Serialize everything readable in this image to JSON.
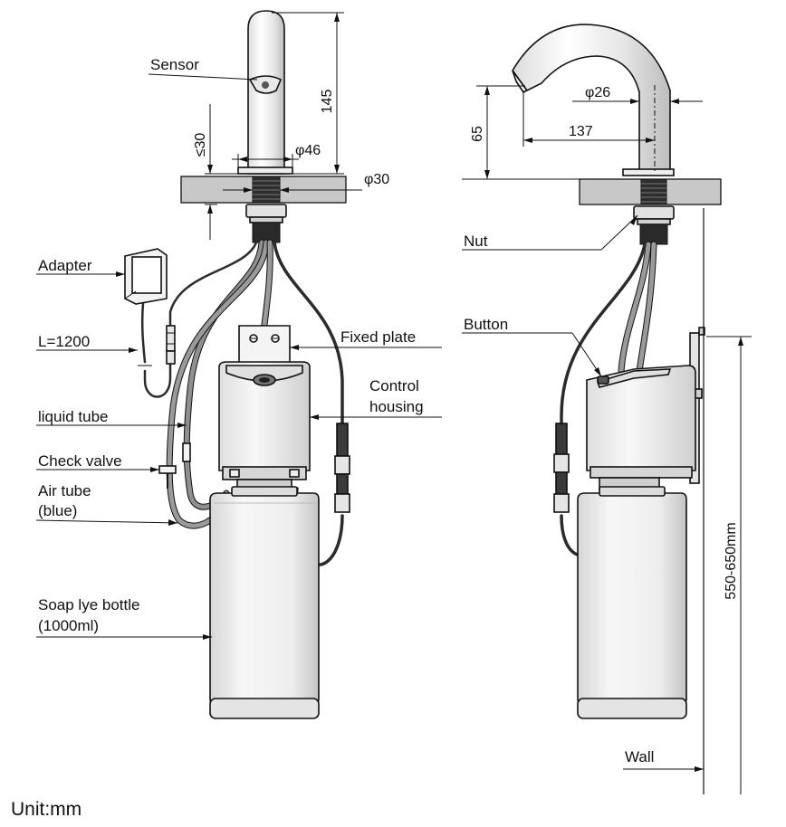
{
  "labels": {
    "sensor": "Sensor",
    "adapter": "Adapter",
    "cable_length": "L=1200",
    "liquid_tube": "liquid tube",
    "check_valve": "Check valve",
    "air_tube_line1": "Air tube",
    "air_tube_line2": "(blue)",
    "bottle_line1": "Soap lye bottle",
    "bottle_line2": "(1000ml)",
    "fixed_plate": "Fixed plate",
    "control_line1": "Control",
    "control_line2": "housing",
    "nut": "Nut",
    "button": "Button",
    "wall": "Wall",
    "unit": "Unit:mm"
  },
  "dimensions": {
    "spout_height": "145",
    "deck_thickness": "≤30",
    "body_diameter": "φ46",
    "hole_diameter": "φ30",
    "outlet_height": "65",
    "top_diameter": "φ26",
    "reach": "137",
    "mount_height": "550-650mm"
  },
  "colors": {
    "line": "#111111",
    "tube_gray": "#8a8a8a",
    "cable_dark": "#2b2b2b",
    "deck": "#c8c8c8"
  }
}
